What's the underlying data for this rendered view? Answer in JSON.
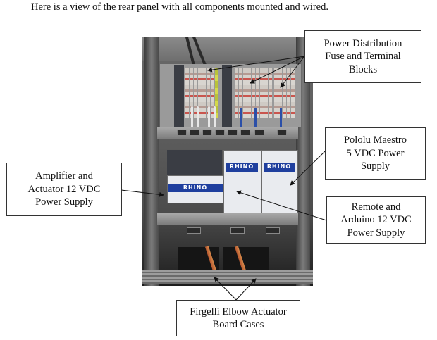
{
  "caption": "Here is a view of the rear panel with all components mounted and wired.",
  "photo": {
    "alt": "Rear panel of enclosure with DIN-rail terminal blocks, three RHINO power supplies and two actuator board cases",
    "logo_texts": [
      "RHINO",
      "RHINO",
      "RHINO"
    ]
  },
  "callouts": {
    "power_distribution": {
      "lines": [
        "Power Distribution",
        "Fuse and Terminal",
        "Blocks"
      ]
    },
    "pololu": {
      "lines": [
        "Pololu Maestro",
        "5 VDC Power",
        "Supply"
      ]
    },
    "amplifier": {
      "lines": [
        "Amplifier and",
        "Actuator 12 VDC",
        "Power Supply"
      ]
    },
    "remote": {
      "lines": [
        "Remote and",
        "Arduino 12 VDC",
        "Power Supply"
      ]
    },
    "firgelli": {
      "lines": [
        "Firgelli Elbow Actuator",
        "Board Cases"
      ]
    }
  }
}
